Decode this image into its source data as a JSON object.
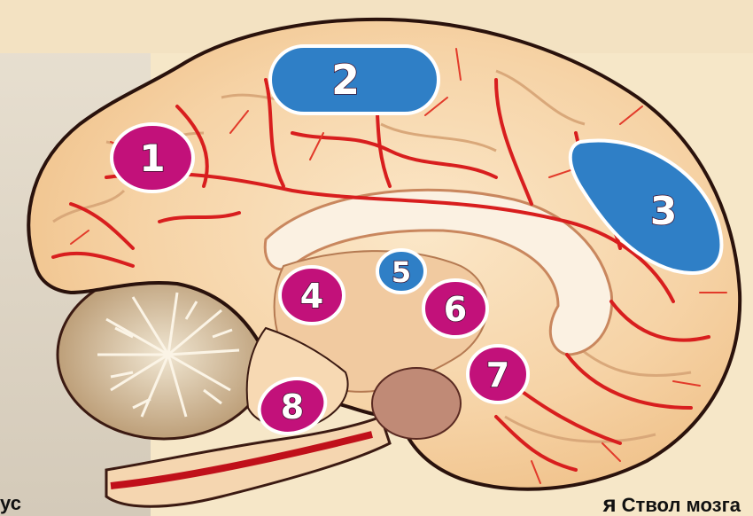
{
  "colors": {
    "background": "#f6e7c8",
    "cortex_fill": "#f7d8b4",
    "cortex_outline": "#3b1a12",
    "vessels": "#d81e1e",
    "marker_magenta": "#c2117a",
    "marker_blue": "#2f7fc6",
    "cerebellum": "#c9b08a"
  },
  "markers": [
    {
      "id": "1",
      "label": "1",
      "color": "magenta"
    },
    {
      "id": "2",
      "label": "2",
      "color": "blue"
    },
    {
      "id": "3",
      "label": "3",
      "color": "blue"
    },
    {
      "id": "4",
      "label": "4",
      "color": "magenta"
    },
    {
      "id": "5",
      "label": "5",
      "color": "blue"
    },
    {
      "id": "6",
      "label": "6",
      "color": "magenta"
    },
    {
      "id": "7",
      "label": "7",
      "color": "magenta"
    },
    {
      "id": "8",
      "label": "8",
      "color": "magenta"
    }
  ],
  "captions": {
    "left": "ус",
    "right_number": "я",
    "right_text": "Ствол мозга"
  }
}
